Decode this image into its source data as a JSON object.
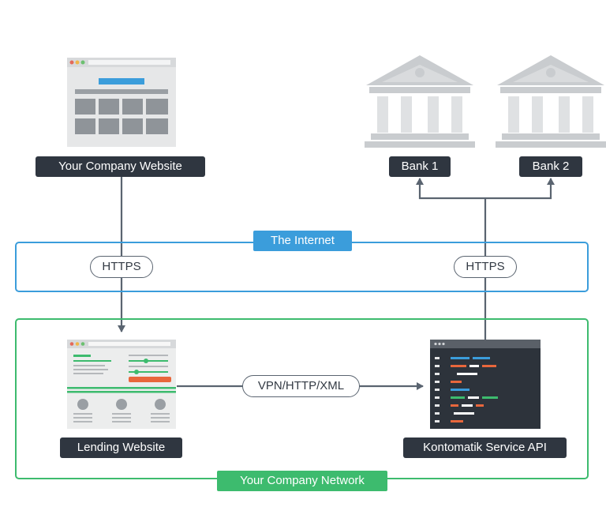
{
  "colors": {
    "internet": "#3b9ddb",
    "network": "#3dbb6e",
    "label_bg": "#2f3640",
    "line": "#5a6470"
  },
  "nodes": {
    "company_website": "Your Company Website",
    "bank1": "Bank 1",
    "bank2": "Bank 2",
    "lending_website": "Lending Website",
    "service_api": "Kontomatik Service API"
  },
  "zones": {
    "internet": "The Internet",
    "network": "Your Company Network"
  },
  "protocols": {
    "left_https": "HTTPS",
    "right_https": "HTTPS",
    "vpn": "VPN/HTTP/XML"
  },
  "icons": {
    "company_website": "browser-window-icon",
    "banks": "bank-building-icon",
    "lending_website": "lending-page-icon",
    "service_api": "code-terminal-icon"
  }
}
